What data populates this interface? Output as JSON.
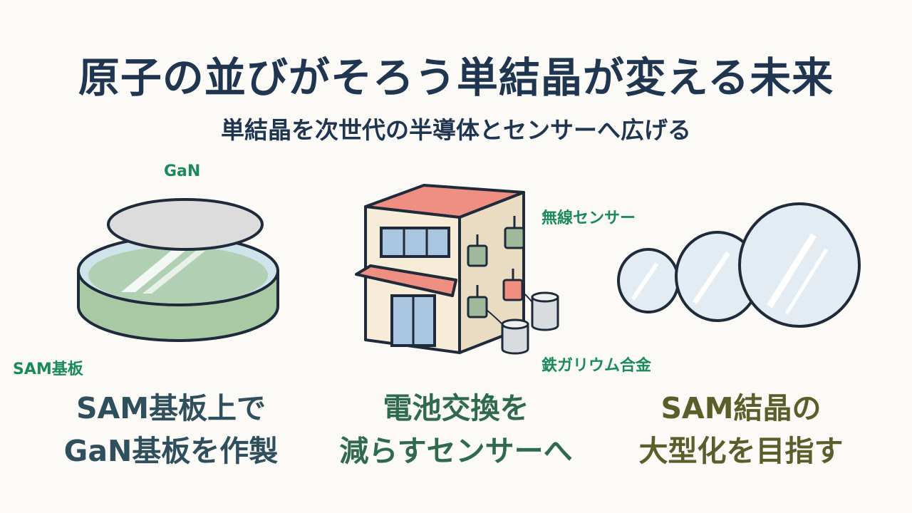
{
  "title": "原子の並びがそろう単結晶が変える未来",
  "subtitle": "単結晶を次世代の半導体とセンサーへ広げる",
  "panels": {
    "left": {
      "label_top": "GaN",
      "label_bottom": "SAM基板",
      "caption_line1": "SAM基板上で",
      "caption_line2": "GaN基板を作製"
    },
    "middle": {
      "label_top": "無線センサー",
      "label_bottom": "鉄ガリウム合金",
      "caption_line1": "電池交換を",
      "caption_line2": "減らすセンサーへ"
    },
    "right": {
      "caption_line1": "SAM結晶の",
      "caption_line2": "大型化を目指す"
    }
  },
  "colors": {
    "navy": "#1f3550",
    "label_green": "#1a8a5a",
    "caption_left": "#2f4f5c",
    "caption_middle": "#2f6a4f",
    "caption_right": "#5a5e2a"
  }
}
